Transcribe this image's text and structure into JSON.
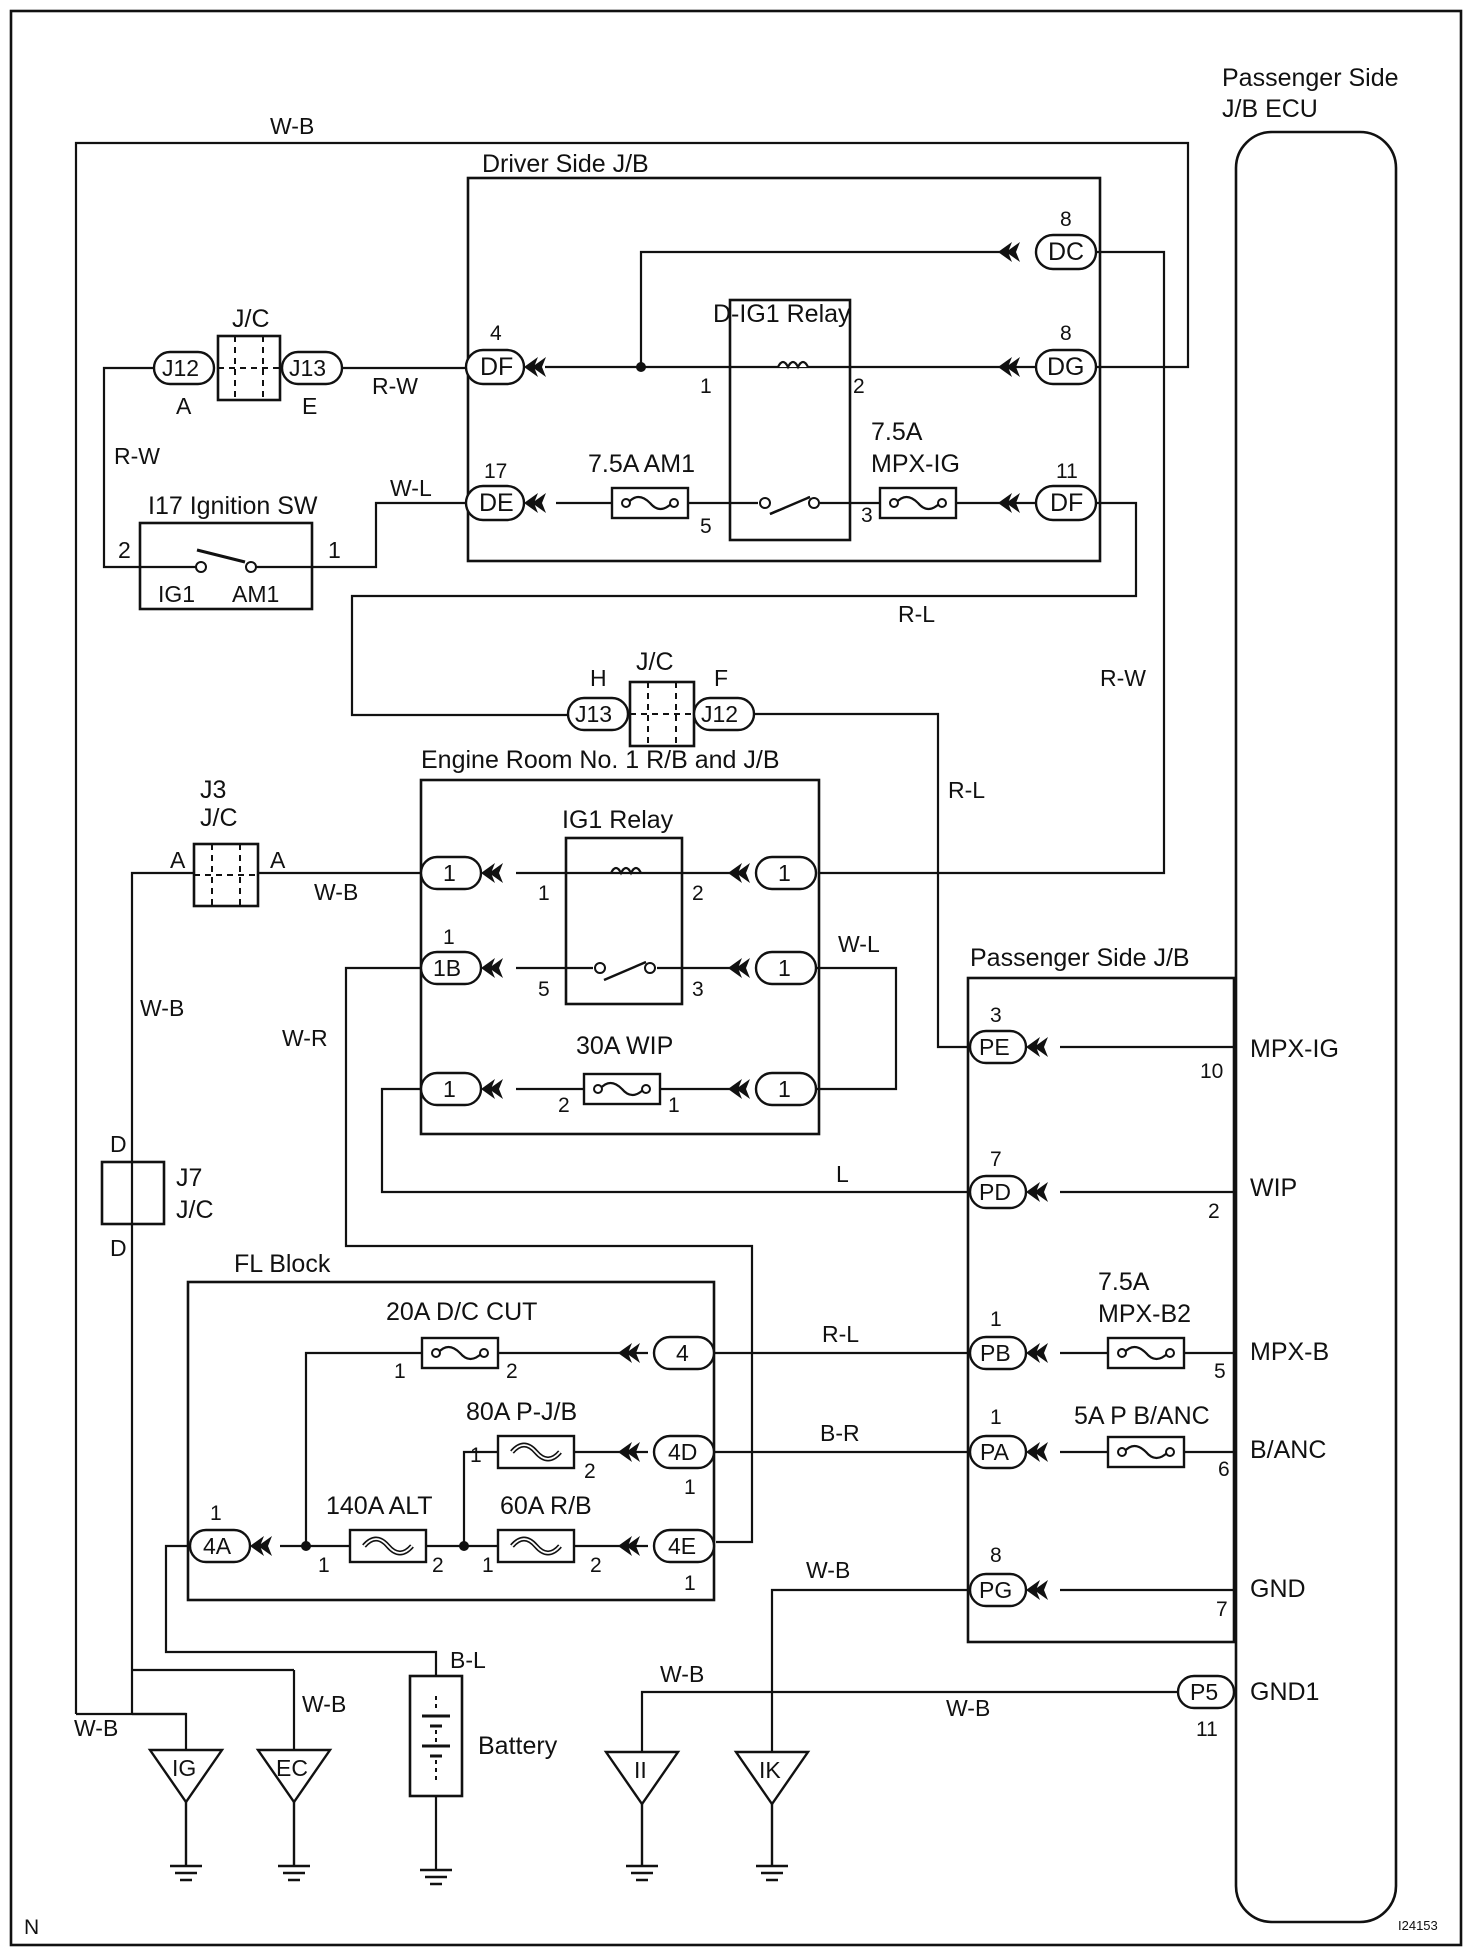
{
  "driver_jb": {
    "title": "Driver Side J/B",
    "relay": "D-IG1 Relay",
    "fuse_am1": "7.5A AM1",
    "fuse_mpx_ig_1": "7.5A",
    "fuse_mpx_ig_2": "MPX-IG",
    "conn_df_in": "DF",
    "pin_df_in": "4",
    "conn_de": "DE",
    "pin_de": "17",
    "conn_dc": "DC",
    "pin_dc": "8",
    "conn_dg": "DG",
    "pin_dg": "8",
    "conn_df_out": "DF",
    "pin_df_out": "11",
    "relay_p1": "1",
    "relay_p2": "2",
    "relay_p3": "3",
    "relay_p5": "5"
  },
  "jc_top": {
    "title": "J/C",
    "left": "J12",
    "right": "J13",
    "pin_left": "A",
    "pin_right": "E"
  },
  "ignition": {
    "title": "I17 Ignition SW",
    "pin_left": "2",
    "pin_right": "1",
    "term_left": "IG1",
    "term_right": "AM1"
  },
  "jc_mid": {
    "title": "J/C",
    "left": "J13",
    "right": "J12",
    "pin_left": "H",
    "pin_right": "F"
  },
  "engine_rb": {
    "title": "Engine Room No. 1 R/B and J/B",
    "relay": "IG1 Relay",
    "fuse_wip": "30A WIP",
    "c1": "1",
    "c_1b": "1B",
    "c_1b_pin": "1",
    "relay_p1": "1",
    "relay_p2": "2",
    "relay_p3": "3",
    "relay_p5": "5",
    "fuse_p1": "1",
    "fuse_p2": "2"
  },
  "j3": {
    "title": "J3",
    "sub": "J/C",
    "pin_left": "A",
    "pin_right": "A"
  },
  "j7": {
    "title": "J7",
    "sub": "J/C",
    "pin_top": "D",
    "pin_bottom": "D"
  },
  "fl_block": {
    "title": "FL Block",
    "fuse_dc_cut": "20A D/C CUT",
    "fuse_pjb": "80A P-J/B",
    "fuse_alt": "140A ALT",
    "fuse_rb": "60A R/B",
    "conn_4": "4",
    "conn_4d": "4D",
    "conn_4e": "4E",
    "conn_4a": "4A",
    "p1": "1",
    "p2": "2"
  },
  "passenger_jb": {
    "title": "Passenger Side J/B",
    "fuse_b2_1": "7.5A",
    "fuse_b2_2": "MPX-B2",
    "fuse_anc": "5A P B/ANC",
    "conn_pe": "PE",
    "pin_pe": "3",
    "conn_pd": "PD",
    "pin_pd": "7",
    "conn_pb": "PB",
    "pin_pb": "1",
    "conn_pa": "PA",
    "pin_pa": "1",
    "conn_pg": "PG",
    "pin_pg": "8"
  },
  "ecu": {
    "title_1": "Passenger Side",
    "title_2": "J/B ECU",
    "sig_mpx_ig": "MPX-IG",
    "pin_mpx_ig": "10",
    "sig_wip": "WIP",
    "pin_wip": "2",
    "sig_mpx_b": "MPX-B",
    "pin_mpx_b": "5",
    "sig_banc": "B/ANC",
    "pin_banc": "6",
    "sig_gnd": "GND",
    "pin_gnd": "7",
    "sig_gnd1": "GND1",
    "pin_gnd1": "11",
    "conn_p5": "P5"
  },
  "wires": {
    "wb": "W-B",
    "rw": "R-W",
    "wl": "W-L",
    "rl": "R-L",
    "wr": "W-R",
    "l": "L",
    "br": "B-R",
    "bl": "B-L"
  },
  "grounds": {
    "ig": "IG",
    "ec": "EC",
    "ii": "II",
    "ik": "IK"
  },
  "battery": "Battery",
  "corner_left": "N",
  "corner_right": "I24153"
}
